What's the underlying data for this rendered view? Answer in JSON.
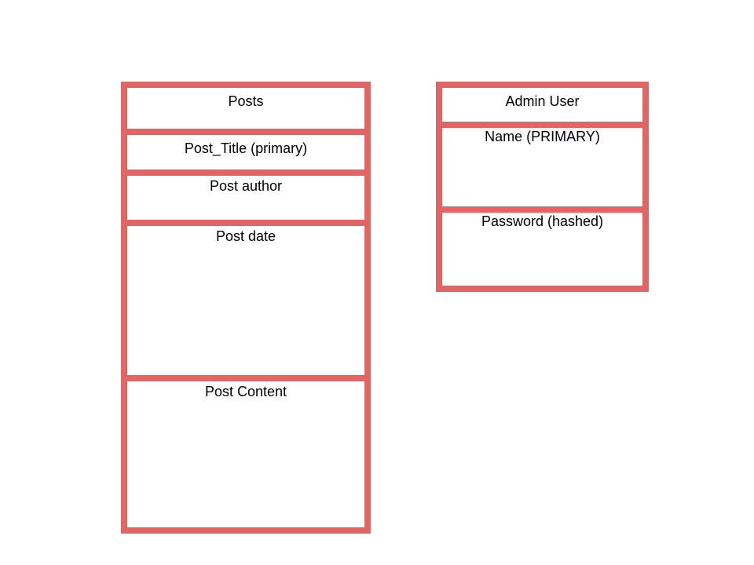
{
  "colors": {
    "table_stroke": "#e06666",
    "text": "#000000",
    "background": "#ffffff"
  },
  "tables": [
    {
      "title": "Posts",
      "fields": [
        "Post_Title (primary)",
        "Post author",
        "Post date",
        "Post Content"
      ]
    },
    {
      "title": "Admin User",
      "fields": [
        "Name (PRIMARY)",
        "Password (hashed)"
      ]
    }
  ]
}
